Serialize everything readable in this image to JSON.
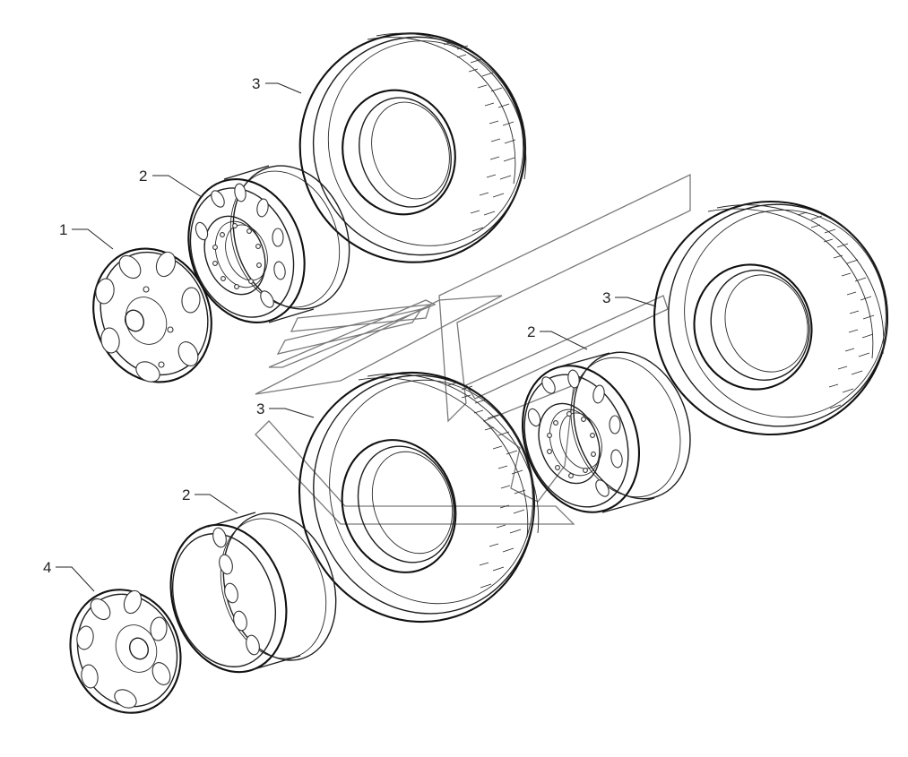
{
  "diagram": {
    "callouts": [
      {
        "id": "c1",
        "label": "1"
      },
      {
        "id": "c2a",
        "label": "2"
      },
      {
        "id": "c3a",
        "label": "3"
      },
      {
        "id": "c2b",
        "label": "2"
      },
      {
        "id": "c3b",
        "label": "3"
      },
      {
        "id": "c3c",
        "label": "3"
      },
      {
        "id": "c2c",
        "label": "2"
      },
      {
        "id": "c4",
        "label": "4"
      }
    ]
  },
  "colors": {
    "line": "#1e1e1e",
    "background": "#ffffff",
    "watermark": "#7a7a7a"
  }
}
